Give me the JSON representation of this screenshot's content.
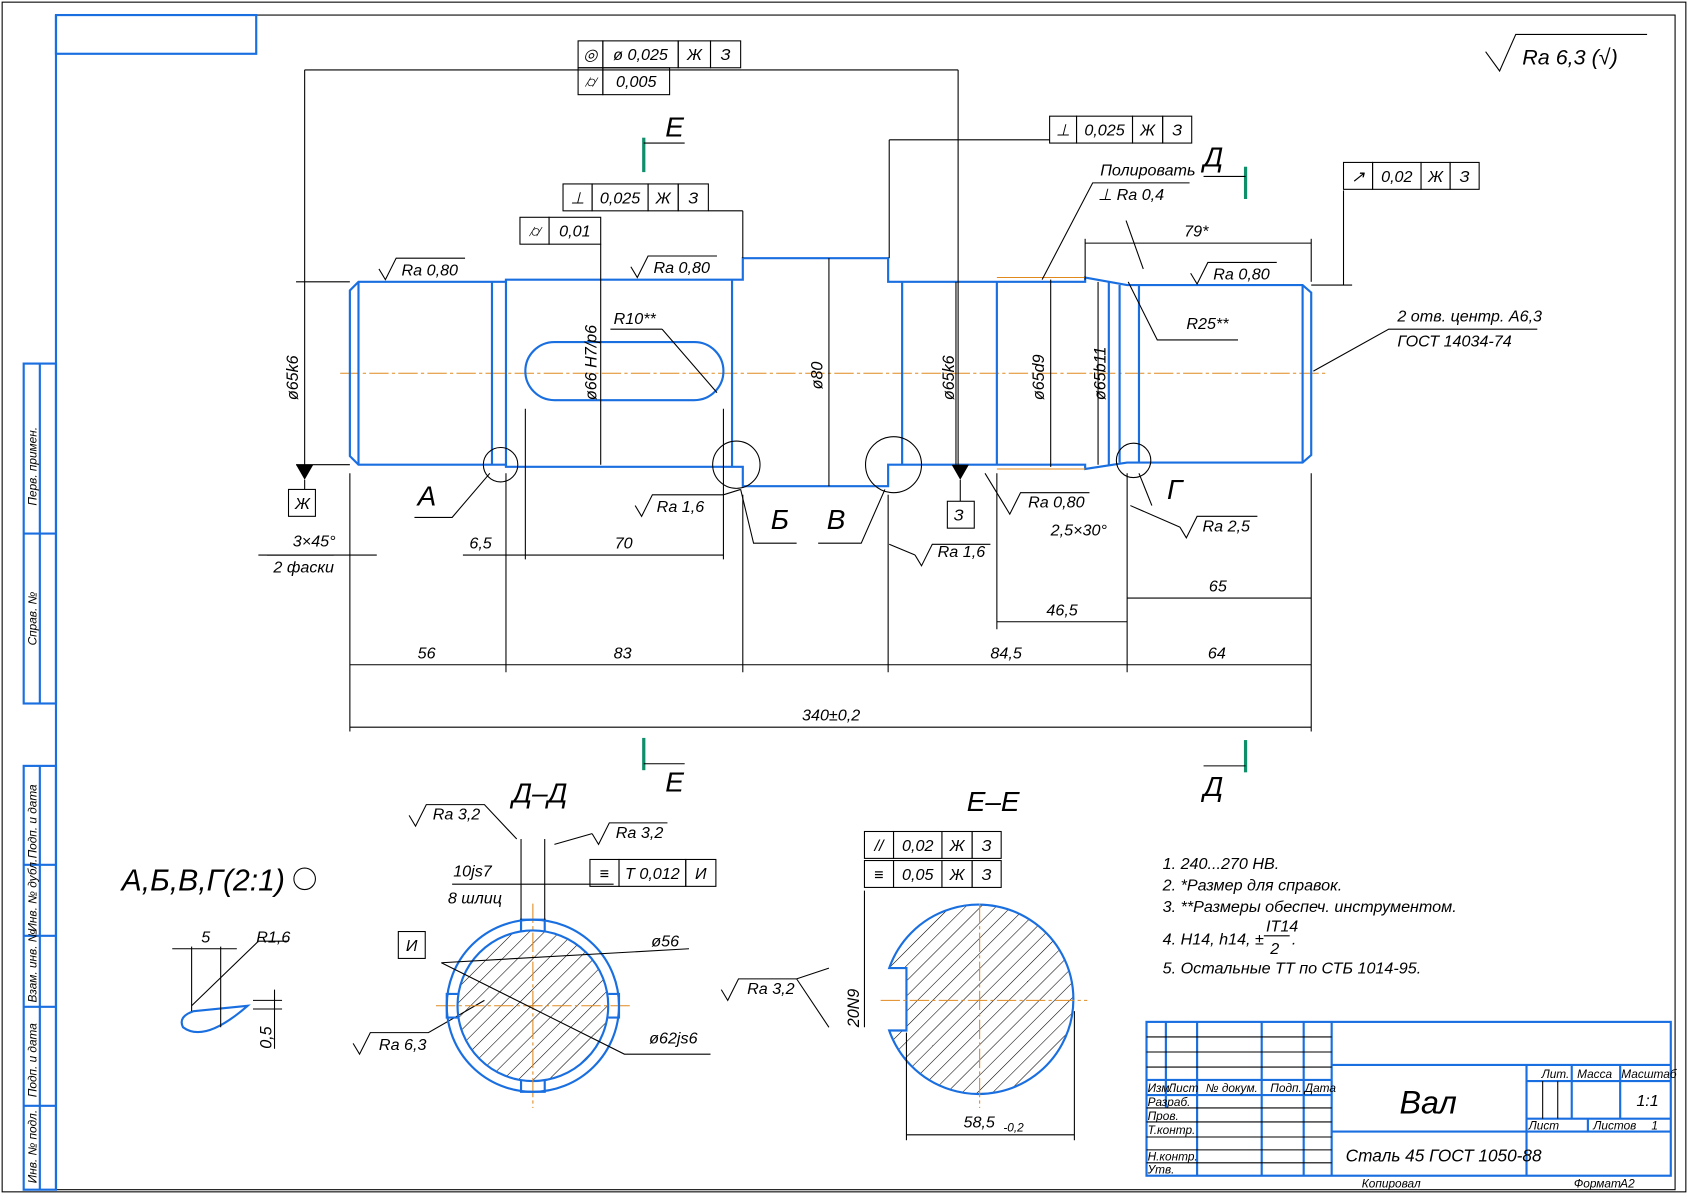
{
  "drawing": {
    "title": "Вал",
    "material": "Сталь 45 ГОСТ 1050-88",
    "general_roughness": "Ra 6,3 (√)"
  },
  "tolerance_frames": {
    "f1": [
      "◎",
      "ø 0,025",
      "Ж",
      "З"
    ],
    "f1b": [
      "⌭",
      "0,005"
    ],
    "f2": [
      "⊥",
      "0,025",
      "Ж",
      "З"
    ],
    "f3": [
      "⊥",
      "0,025",
      "Ж",
      "З"
    ],
    "f3b": [
      "⌭",
      "0,01"
    ],
    "f4": [
      "↗",
      "0,02",
      "Ж",
      "З"
    ],
    "f5": [
      "//",
      "0,02",
      "Ж",
      "З"
    ],
    "f6": [
      "≡",
      "0,05",
      "Ж",
      "З"
    ],
    "f7": [
      "≡",
      "Т 0,012",
      "И"
    ]
  },
  "datums": [
    "Ж",
    "З",
    "И"
  ],
  "section_marks": {
    "e": "Е",
    "d": "Д"
  },
  "roughness": [
    "Ra 0,80",
    "Ra 0,80",
    "Ra 1,6",
    "Ra 1,6",
    "Ra 0,80",
    "Ra 0,80",
    "Ra 2,5",
    "Ra 3,2",
    "Ra 3,2",
    "Ra 6,3",
    "Ra 3,2"
  ],
  "labels": {
    "r10": "R10**",
    "r25": "R25**",
    "polish": "Полировать",
    "polish_ra": "⊥ Ra 0,4",
    "centers1": "2 отв. центр. А6,3",
    "centers2": "ГОСТ 14034-74",
    "chamfer1": "3×45°",
    "chamfer2": "2 фаски",
    "chamfer3": "2,5×30°",
    "a": "А",
    "b": "Б",
    "v": "В",
    "g": "Г"
  },
  "diameters": [
    "ø65k6",
    "ø66 H7/p6",
    "ø80",
    "ø65k6",
    "ø65d9",
    "ø65b11"
  ],
  "dimensions": {
    "d56": "56",
    "d83": "83",
    "d845": "84,5",
    "d64": "64",
    "total": "340±0,2",
    "d70": "70",
    "d65": "6,5",
    "d465": "46,5",
    "d65b": "65",
    "d79": "79*"
  },
  "section_dd": {
    "title": "Д–Д",
    "w": "10js7",
    "n": "8 шлиц",
    "d1": "ø56",
    "d2": "ø62js6"
  },
  "section_ee": {
    "title": "Е–Е",
    "key": "20N9",
    "dim": "58,5",
    "dim_tol": "-0,2"
  },
  "detail": {
    "title": "А,Б,В,Г(2:1)",
    "w": "5",
    "r": "R1,6",
    "h": "0,5"
  },
  "notes": [
    "1. 240...270 HB.",
    "2. *Размер для справок.",
    "3. **Размеры обеспеч. инструментом.",
    "4. H14, h14, ±",
    "IT14",
    "2",
    ".",
    "5. Остальные ТТ по СТБ 1014-95."
  ],
  "title_block": {
    "cols": [
      "Изм.",
      "Лист",
      "№ докум.",
      "Подп.",
      "Дата"
    ],
    "rows": [
      "Разраб.",
      "Пров.",
      "Т.контр.",
      "Н.контр.",
      "Утв."
    ],
    "lit": "Лит.",
    "mass": "Масса",
    "scale_label": "Масштаб",
    "scale": "1:1",
    "sheet": "Лист",
    "sheets": "Листов",
    "sheets_n": "1",
    "copied": "Копировал",
    "format": "Формат",
    "format_v": "А2"
  },
  "side_stamps": [
    "Перв. примен.",
    "Справ. №",
    "Подп. и дата",
    "Инв. № дубл.",
    "Взам. инв. №",
    "Подп. и дата",
    "Инв. № подл."
  ]
}
